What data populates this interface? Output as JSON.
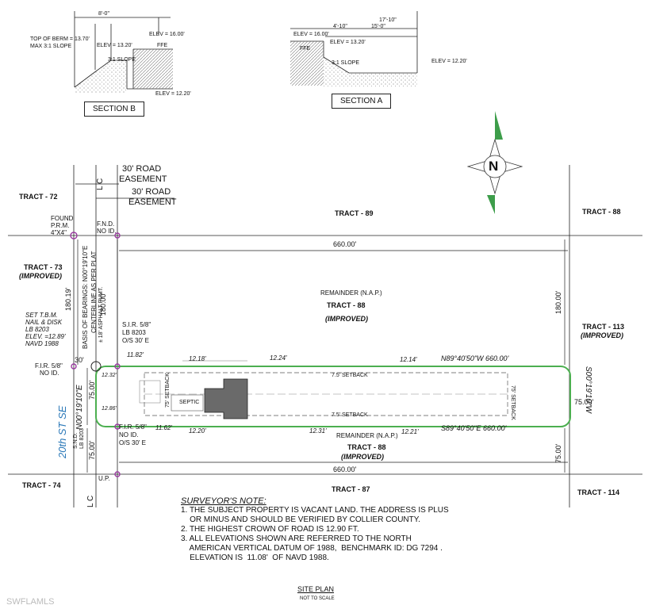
{
  "sections": {
    "b": {
      "label": "SECTION B",
      "callouts": [
        "TOP OF BERM = 13.70'",
        "MAX 3:1 SLOPE"
      ],
      "elev_top": "ELEV = 16.00'",
      "elev_mid": "ELEV = 13.20'",
      "elev_low": "ELEV = 12.20'",
      "slope": "3:1 SLOPE",
      "ffe": "FFE",
      "dim_top": "8'-0\""
    },
    "a": {
      "label": "SECTION A",
      "elev_top": "ELEV = 16.00'",
      "elev_mid": "ELEV = 13.20'",
      "elev_low": "ELEV = 12.20'",
      "slope": "3:1 SLOPE",
      "ffe": "FFE",
      "dim_top": "17'-10\"",
      "dim_sub": "15'-0\"",
      "dim_small": "4'-10\""
    }
  },
  "north": "N",
  "easements": {
    "first": [
      "30' ROAD",
      "EASEMENT"
    ],
    "second": [
      "30' ROAD",
      "EASEMENT"
    ]
  },
  "tracts": {
    "t72": "TRACT - 72",
    "t89": "TRACT - 89",
    "t88_ne": "TRACT - 88",
    "t73": "TRACT - 73",
    "t73_sub": "(IMPROVED)",
    "t113": "TRACT - 113",
    "t113_sub": "(IMPROVED)",
    "t74": "TRACT - 74",
    "t87": "TRACT - 87",
    "t114": "TRACT - 114"
  },
  "remainder_north": {
    "l1": "REMAINDER (N.A.P.)",
    "l2": "TRACT - 88",
    "l3": "(IMPROVED)"
  },
  "remainder_south": {
    "l1": "REMAINDER (N.A.P.)",
    "l2": "TRACT - 88",
    "l3": "(IMPROVED)"
  },
  "found_prm": [
    "FOUND",
    "P.R.M.",
    "4\"X4\""
  ],
  "fnd_noid": [
    "F.N.D.",
    "NO ID."
  ],
  "basis": [
    "BASIS OF BEARINGS: N00°19'10\"E",
    "CENTERLINE AS PER PLAT"
  ],
  "dims": {
    "d660_top": "660.00'",
    "d660_bottom": "660.00'",
    "d18019": "180.19'",
    "d180_center": "180.00'",
    "d180_right": "180.00'",
    "d30": "30'",
    "d75_left_top": "75.00'",
    "d75_left_bottom": "75.00'",
    "d75_right_top": "75.00'",
    "d75_right_bottom": "75.00'",
    "asphalt": "± 18' ASPHALT PVMT.",
    "d1182": "11.82'",
    "d1218": "12.18'",
    "d1224": "12.24'",
    "d1214": "12.14'",
    "d1162": "11.62'",
    "d1220": "12.20'",
    "d1231": "12.31'",
    "d1221": "12.21'",
    "d1286": "12.86'",
    "d1232": "12.32'"
  },
  "bearings": {
    "north": "N89°40'50\"W 660.00'",
    "south": "S89°40'50\"E 660.00'",
    "west": "N00°19'10\"E",
    "east": "S00°19'10\"W"
  },
  "setbacks": {
    "north": "7.5' SETBACK",
    "south": "7.5' SETBACK",
    "east": "75' SETBACK",
    "west": "75' SETBACK"
  },
  "septic": "SEPTIC",
  "sir": [
    "S.I.R. 5/8\"",
    "LB 8203",
    "O/S 30' E"
  ],
  "tbm": [
    "SET T.B.M.",
    "NAIL & DISK",
    "LB 8203",
    "ELEV. =12.89'",
    "NAVD 1988"
  ],
  "fir_north": [
    "F.I.R. 5/8\"",
    "NO ID."
  ],
  "fir_south": [
    "F.I.R. 5/8\"",
    "NO ID.",
    "O/S 30' E"
  ],
  "snd": [
    "S.N.D.",
    "LB 8203"
  ],
  "up": "U.P.",
  "street": "20th  ST SE",
  "lc": "L C",
  "note": {
    "heading": "SURVEYOR'S NOTE:",
    "lines": [
      "1. THE SUBJECT PROPERTY IS VACANT LAND. THE ADDRESS IS PLUS",
      "    OR MINUS AND SHOULD BE VERIFIED BY COLLIER COUNTY.",
      "2. THE HIGHEST CROWN OF ROAD IS  12.90 FT.",
      "3. ALL ELEVATIONS SHOWN ARE REFERRED TO THE NORTH",
      "    AMERICAN VERTICAL DATUM OF 1988,  BENCHMARK ID: DG 7294 .",
      "    ELEVATION IS  11.08'  OF NAVD 1988."
    ]
  },
  "title": "SITE PLAN",
  "scale": "NOT TO SCALE",
  "watermark": "SWFLAMLS",
  "colors": {
    "lot": "#4caf50",
    "street": "#2a78b8",
    "monument": "#9a3aa0",
    "north": "#3d9d4a"
  }
}
